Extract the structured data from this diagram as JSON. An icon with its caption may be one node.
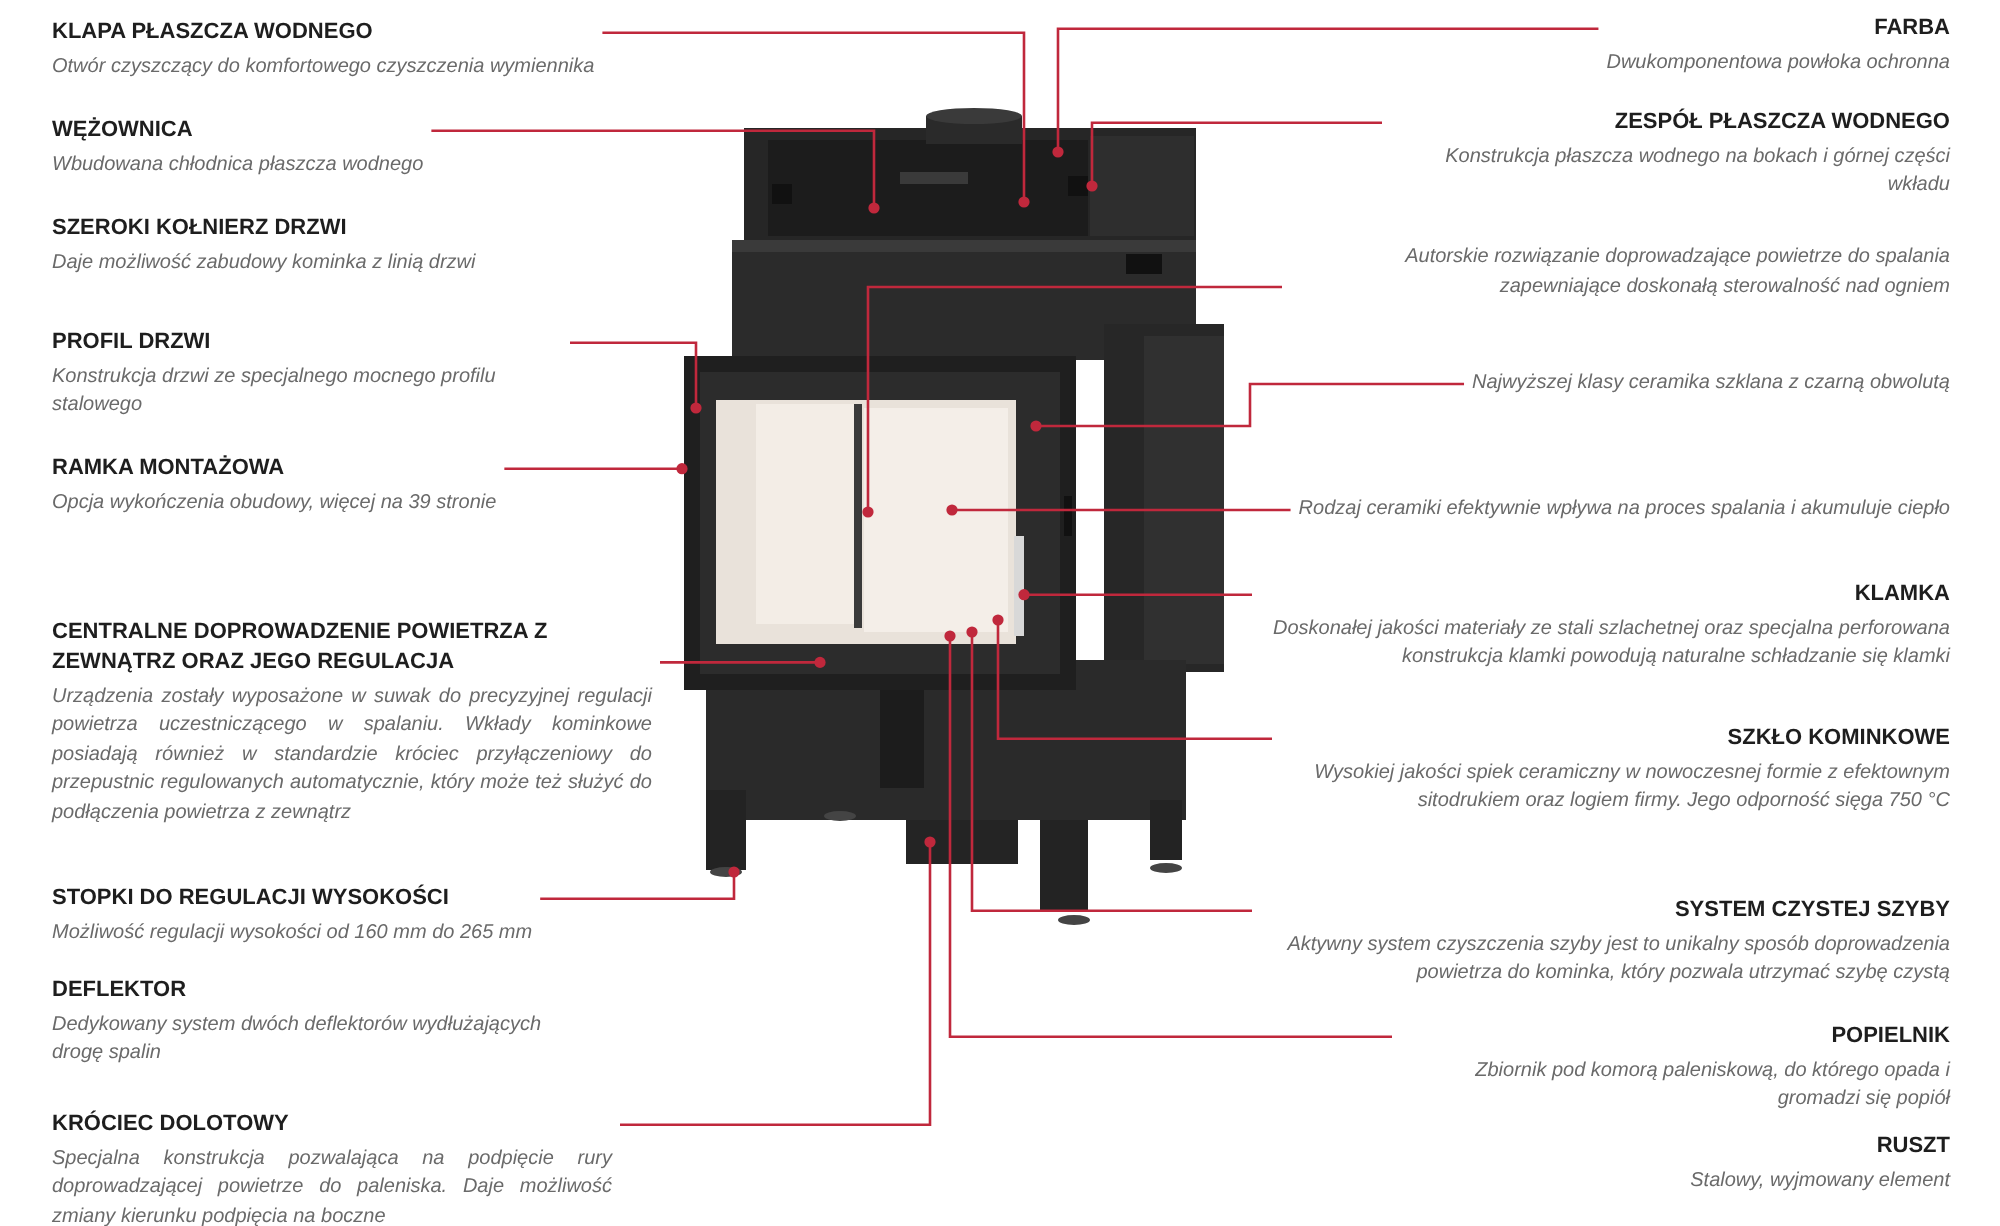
{
  "diagram": {
    "nodes": [
      {
        "text": [
          "KLAPA PŁASZCZA WODNEGO",
          "Otwór czyszczący do komfortowego czyszczenia wymiennika"
        ]
      },
      {
        "text": [
          "WĘŻOWNICA",
          "Wbudowana chłodnica płaszcza wodnego"
        ]
      },
      {
        "text": [
          "SZEROKI KOŁNIERZ DRZWI",
          "Daje możliwość zabudowy kominka z linią drzwi"
        ]
      },
      {
        "text": [
          "PROFIL DRZWI",
          "Konstrukcja drzwi ze specjalnego mocnego profilu stalowego"
        ]
      },
      {
        "text": [
          "RAMKA MONTAŻOWA",
          "Opcja wykończenia obudowy, więcej na 39 stronie"
        ]
      },
      {
        "text": [
          "CENTRALNE DOPROWADZENIE POWIETRZA Z ZEWNĄTRZ ORAZ JEGO REGULACJA",
          "Urządzenia zostały wyposażone w suwak do precyzyjnej regulacji powietrza uczestniczącego w spalaniu. Wkłady kominkowe posiadają również w standardzie króciec przyłączeniowy do przepustnic regulowanych automatycznie, który może też służyć do podłączenia powietrza z zewnątrz"
        ]
      },
      {
        "text": [
          "STOPKI DO REGULACJI WYSOKOŚCI",
          "Możliwość regulacji wysokości od 160 mm do 265 mm"
        ]
      },
      {
        "text": [
          "DEFLEKTOR",
          "Dedykowany system dwóch deflektorów wydłużających drogę spalin"
        ]
      },
      {
        "text": [
          "KRÓCIEC DOLOTOWY",
          "Specjalna konstrukcja pozwalająca na podpięcie rury doprowadzającej powietrze do paleniska. Daje możliwość zmiany kierunku podpięcia na boczne"
        ]
      },
      {
        "text": [
          "FARBA",
          "Dwukomponentowa powłoka ochronna"
        ]
      },
      {
        "text": [
          "ZESPÓŁ PŁASZCZA WODNEGO",
          "Konstrukcja płaszcza wodnego na bokach i górnej części wkładu"
        ]
      },
      {
        "text": [
          "Autorskie rozwiązanie doprowadzające powietrze do spalania zapewniające doskonałą sterowalność nad ogniem"
        ]
      },
      {
        "text": [
          "Najwyższej klasy ceramika szklana z czarną obwolutą"
        ]
      },
      {
        "text": [
          "Rodzaj ceramiki efektywnie wpływa na proces spalania i akumuluje ciepło"
        ]
      },
      {
        "text": [
          "KLAMKA",
          "Doskonałej jakości materiały ze stali szlachetnej oraz specjalna perforowana konstrukcja klamki powodują naturalne schładzanie się klamki"
        ]
      },
      {
        "text": [
          "SZKŁO KOMINKOWE",
          "Wysokiej jakości spiek ceramiczny w nowoczesnej formie z efektownym sitodrukiem oraz logiem firmy. Jego odporność sięga 750 °C"
        ]
      },
      {
        "text": [
          "SYSTEM CZYSTEJ SZYBY",
          "Aktywny system czyszczenia szyby jest to unikalny sposób doprowadzenia powietrza do kominka, który pozwala utrzymać szybę czystą"
        ]
      },
      {
        "text": [
          "POPIELNIK",
          "Zbiornik pod komorą paleniskową, do którego opada i gromadzi się popiół"
        ]
      },
      {
        "text": [
          "RUSZT",
          "Stalowy, wyjmowany element"
        ]
      }
    ],
    "edges": [
      {
        "from": 0,
        "to": null,
        "arrow": "other"
      },
      {
        "from": 1,
        "to": null,
        "arrow": "other"
      },
      {
        "from": 3,
        "to": null,
        "arrow": "other"
      },
      {
        "from": 4,
        "to": null,
        "arrow": "other"
      },
      {
        "from": 5,
        "to": null,
        "arrow": "other"
      },
      {
        "from": 6,
        "to": null,
        "arrow": "other"
      },
      {
        "from": 8,
        "to": null,
        "arrow": "other"
      },
      {
        "from": 9,
        "to": null,
        "arrow": "other"
      },
      {
        "from": 10,
        "to": null,
        "arrow": "other"
      },
      {
        "from": 11,
        "to": null,
        "arrow": "other"
      },
      {
        "from": 12,
        "to": null,
        "arrow": "other"
      },
      {
        "from": 13,
        "to": null,
        "arrow": "other"
      },
      {
        "from": 14,
        "to": null,
        "arrow": "other"
      },
      {
        "from": 15,
        "to": null,
        "arrow": "other"
      },
      {
        "from": 16,
        "to": null,
        "arrow": "other"
      },
      {
        "from": 17,
        "to": null,
        "arrow": "other"
      }
    ]
  }
}
